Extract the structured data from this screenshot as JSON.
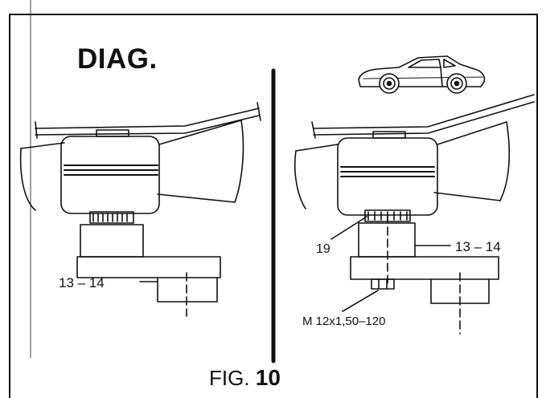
{
  "diagram": {
    "heading": "DIAG.",
    "left_panel": {
      "height_label": "13 – 14"
    },
    "right_panel": {
      "ring_label": "19",
      "height_label": "13 – 14",
      "bolt_label": "M 12x1,50–120"
    },
    "caption": {
      "prefix": "FIG. ",
      "number": "10"
    },
    "car_icon": "sedan-car-icon",
    "colors": {
      "ink": "#111111",
      "paper": "#ffffff"
    }
  }
}
